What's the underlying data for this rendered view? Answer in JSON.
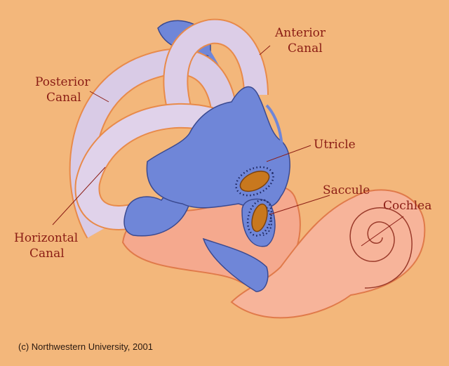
{
  "labels": {
    "anterior": [
      "Anterior",
      "Canal"
    ],
    "posterior": [
      "Posterior",
      "Canal"
    ],
    "horizontal": [
      "Horizontal",
      "Canal"
    ],
    "utricle": "Utricle",
    "saccule": "Saccule",
    "cochlea": "Cochlea"
  },
  "copyright": "(c) Northwestern University, 2001",
  "colors": {
    "background": "#f3b77b",
    "membrane": "#6f86d8",
    "canal": "#d9c9e6",
    "cochlea": "#f7b49a",
    "label": "#8a1c14"
  }
}
